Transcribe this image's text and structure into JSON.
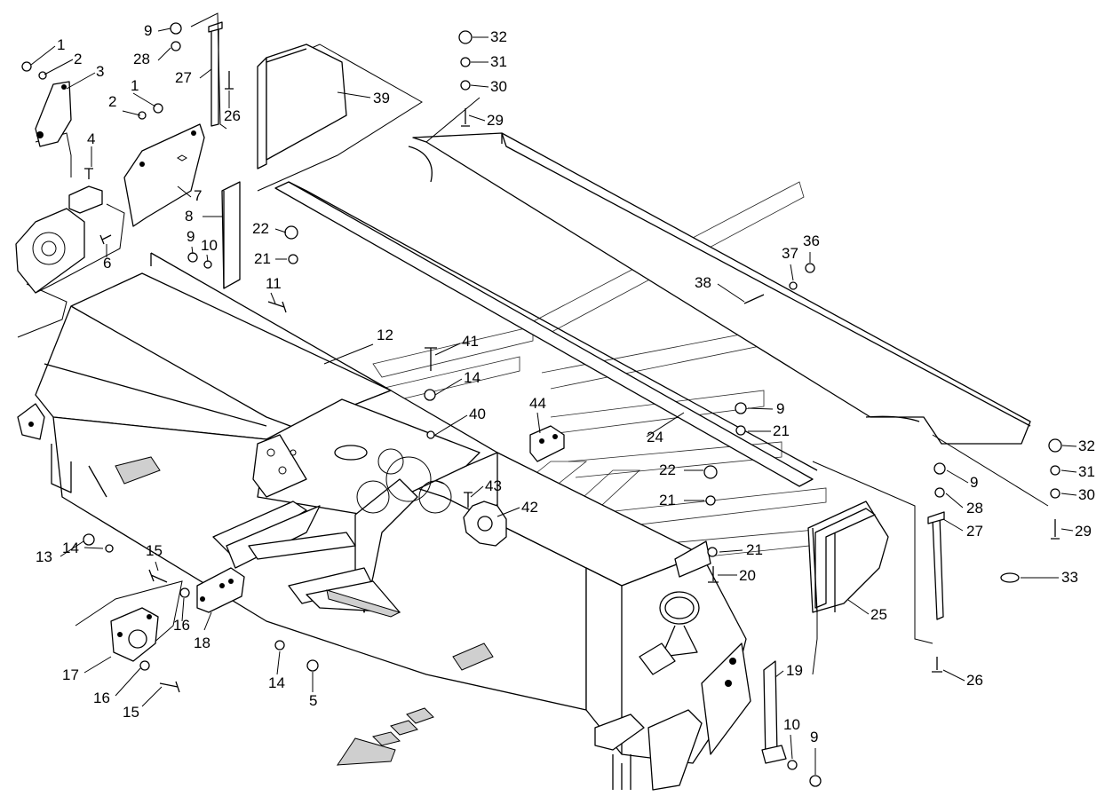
{
  "callouts": [
    {
      "id": "c1a",
      "text": "1"
    },
    {
      "id": "c2a",
      "text": "2"
    },
    {
      "id": "c3",
      "text": "3"
    },
    {
      "id": "c1b",
      "text": "1"
    },
    {
      "id": "c2b",
      "text": "2"
    },
    {
      "id": "c4",
      "text": "4"
    },
    {
      "id": "c7",
      "text": "7"
    },
    {
      "id": "c6",
      "text": "6"
    },
    {
      "id": "c9a",
      "text": "9"
    },
    {
      "id": "c28a",
      "text": "28"
    },
    {
      "id": "c27a",
      "text": "27"
    },
    {
      "id": "c26a",
      "text": "26"
    },
    {
      "id": "c39",
      "text": "39"
    },
    {
      "id": "c8",
      "text": "8"
    },
    {
      "id": "c9b",
      "text": "9"
    },
    {
      "id": "c10a",
      "text": "10"
    },
    {
      "id": "c11",
      "text": "11"
    },
    {
      "id": "c22a",
      "text": "22"
    },
    {
      "id": "c21a",
      "text": "21"
    },
    {
      "id": "c32a",
      "text": "32"
    },
    {
      "id": "c31a",
      "text": "31"
    },
    {
      "id": "c30a",
      "text": "30"
    },
    {
      "id": "c29a",
      "text": "29"
    },
    {
      "id": "c38",
      "text": "38"
    },
    {
      "id": "c37",
      "text": "37"
    },
    {
      "id": "c36",
      "text": "36"
    },
    {
      "id": "c12",
      "text": "12"
    },
    {
      "id": "c41",
      "text": "41"
    },
    {
      "id": "c14a",
      "text": "14"
    },
    {
      "id": "c40",
      "text": "40"
    },
    {
      "id": "c44",
      "text": "44"
    },
    {
      "id": "c9c",
      "text": "9"
    },
    {
      "id": "c21b",
      "text": "21"
    },
    {
      "id": "c24",
      "text": "24"
    },
    {
      "id": "c43",
      "text": "43"
    },
    {
      "id": "c42",
      "text": "42"
    },
    {
      "id": "c22b",
      "text": "22"
    },
    {
      "id": "c21c",
      "text": "21"
    },
    {
      "id": "c32b",
      "text": "32"
    },
    {
      "id": "c31b",
      "text": "31"
    },
    {
      "id": "c9d",
      "text": "9"
    },
    {
      "id": "c30b",
      "text": "30"
    },
    {
      "id": "c28b",
      "text": "28"
    },
    {
      "id": "c27b",
      "text": "27"
    },
    {
      "id": "c29b",
      "text": "29"
    },
    {
      "id": "c33",
      "text": "33"
    },
    {
      "id": "c21d",
      "text": "21"
    },
    {
      "id": "c20",
      "text": "20"
    },
    {
      "id": "c25",
      "text": "25"
    },
    {
      "id": "c13",
      "text": "13"
    },
    {
      "id": "c14b",
      "text": "14"
    },
    {
      "id": "c15a",
      "text": "15"
    },
    {
      "id": "c16a",
      "text": "16"
    },
    {
      "id": "c18",
      "text": "18"
    },
    {
      "id": "c17",
      "text": "17"
    },
    {
      "id": "c16b",
      "text": "16"
    },
    {
      "id": "c15b",
      "text": "15"
    },
    {
      "id": "c14c",
      "text": "14"
    },
    {
      "id": "c5",
      "text": "5"
    },
    {
      "id": "c19",
      "text": "19"
    },
    {
      "id": "c10b",
      "text": "10"
    },
    {
      "id": "c9e",
      "text": "9"
    },
    {
      "id": "c26b",
      "text": "26"
    }
  ]
}
